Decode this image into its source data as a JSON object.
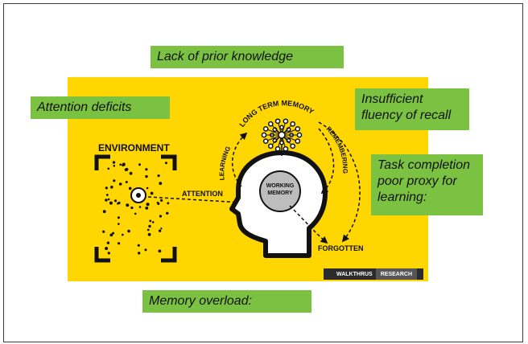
{
  "boxes": {
    "prior_knowledge": "Lack of prior knowledge",
    "attention_deficits": "Attention deficits",
    "insufficient_fluency": "Insufficient fluency of recall",
    "task_completion": "Task completion poor proxy for learning:",
    "memory_overload": "Memory overload:"
  },
  "diagram": {
    "environment": "ENVIRONMENT",
    "attention": "ATTENTION",
    "learning": "LEARNING",
    "long_term_memory": "LONG TERM MEMORY",
    "remembering": "REMEMBERING",
    "working_memory_1": "WORKING",
    "working_memory_2": "MEMORY",
    "forgotten": "FORGOTTEN"
  },
  "logo": {
    "walkthrus": "WALKTHRUS",
    "research": "RESEARCH"
  },
  "colors": {
    "poster": "#ffd600",
    "green_box": "#7cc242",
    "ink": "#111111",
    "memory_circle": "#bdbdbd"
  }
}
